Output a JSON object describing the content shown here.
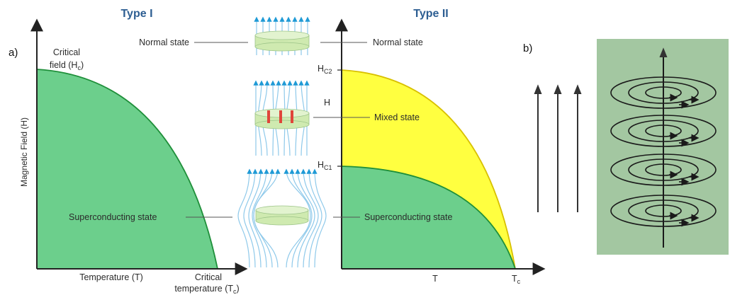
{
  "colors": {
    "superconducting_fill": "#6ccf8c",
    "mixed_fill": "#ffff40",
    "curve_green": "#1f8f3a",
    "curve_yellow": "#d8c000",
    "title_blue": "#2d5e92",
    "field_line": "#8ec9ea",
    "arrow_head": "#1f9ad6",
    "disc": "#cfeab0",
    "vortex": "#e0453a",
    "panel_b_bg": "#a3c7a1",
    "axis": "#222222"
  },
  "panel_labels": {
    "a": "a)",
    "b": "b)"
  },
  "type1": {
    "title": "Type I",
    "ylabel": "Magnetic Field (H)",
    "xlabel": "Temperature (T)",
    "critical_field": {
      "line1": "Critical",
      "line2_main": "field (H",
      "line2_sub": "c",
      "line2_end": ")"
    },
    "critical_temp": {
      "line1": "Critical",
      "line2_main": "temperature (T",
      "line2_sub": "c",
      "line2_end": ")"
    },
    "normal_state": "Normal state",
    "superconducting_state": "Superconducting state"
  },
  "type2": {
    "title": "Type II",
    "hc2": {
      "main": "H",
      "sub": "C2"
    },
    "h": "H",
    "hc1": {
      "main": "H",
      "sub": "C1"
    },
    "xlabel": "T",
    "tc": {
      "main": "T",
      "sub": "c"
    },
    "normal_state": "Normal state",
    "mixed_state": "Mixed state",
    "superconducting_state": "Superconducting state"
  },
  "icons": [
    "field-arrow-icon",
    "superconductor-disc-icon",
    "vortex-current-icon"
  ]
}
